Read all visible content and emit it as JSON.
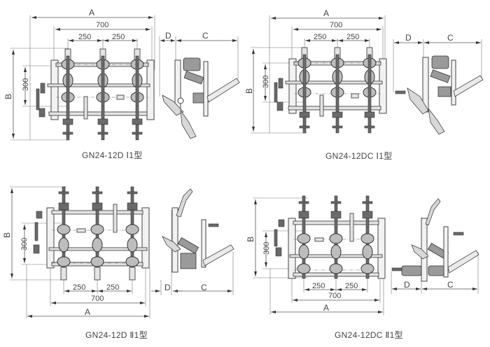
{
  "sheet": {
    "description": "Outline dimension drawings of indoor high-voltage disconnector switch variants",
    "views": [
      {
        "id": "view-1",
        "model_label": "GN24-12D Ⅰ1型",
        "orientation": "bottom-terminals-down",
        "dims": {
          "A": "A",
          "B": "B",
          "C": "C",
          "D": "D",
          "span": "700",
          "pitch_1": "250",
          "pitch_2": "250",
          "height": "300"
        }
      },
      {
        "id": "view-2",
        "model_label": "GN24-12DC Ⅰ1型",
        "orientation": "bottom-terminals-down",
        "dims": {
          "A": "A",
          "B": "B",
          "C": "C",
          "D": "D",
          "span": "700",
          "pitch_1": "250",
          "pitch_2": "250",
          "height": "300"
        }
      },
      {
        "id": "view-3",
        "model_label": "GN24-12D Ⅱ1型",
        "orientation": "terminals-up",
        "dims": {
          "A": "A",
          "B": "B",
          "C": "C",
          "D": "D",
          "span": "700",
          "pitch_1": "250",
          "pitch_2": "250",
          "height": "300"
        }
      },
      {
        "id": "view-4",
        "model_label": "GN24-12DC Ⅱ1型",
        "orientation": "terminals-up",
        "dims": {
          "A": "A",
          "B": "B",
          "C": "C",
          "D": "D",
          "span": "700",
          "pitch_1": "250",
          "pitch_2": "250",
          "height": "300"
        }
      }
    ]
  }
}
